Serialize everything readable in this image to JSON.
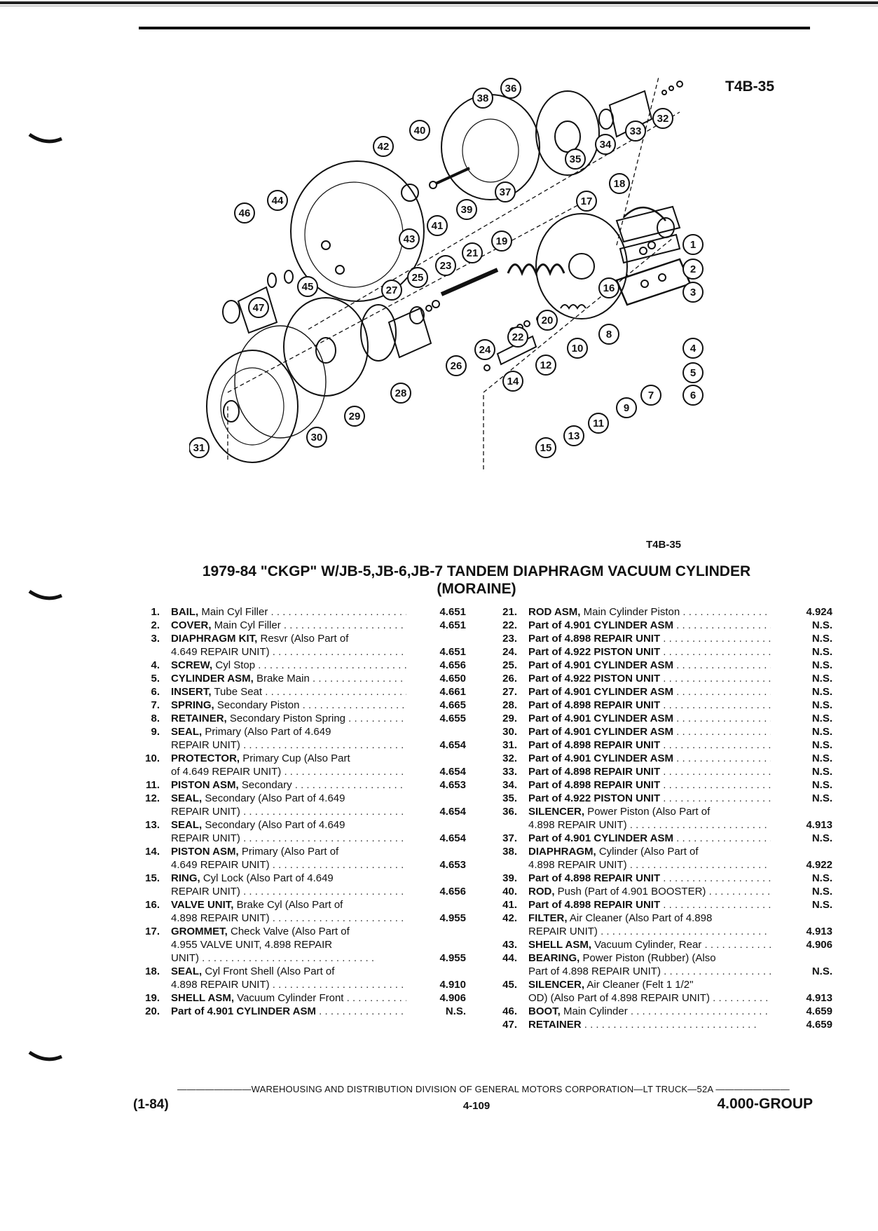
{
  "figure_code": "T4B-35",
  "title_line1": "1979-84 \"CKGP\" W/JB-5,JB-6,JB-7 TANDEM DIAPHRAGM VACUUM CYLINDER",
  "title_line2": "(MORAINE)",
  "left_parts": [
    {
      "num": "1.",
      "lines": [
        {
          "name": "BAIL,",
          "desc": " Main Cyl Filler",
          "ref": "4.651"
        }
      ]
    },
    {
      "num": "2.",
      "lines": [
        {
          "name": "COVER,",
          "desc": " Main Cyl Filler",
          "ref": "4.651"
        }
      ]
    },
    {
      "num": "3.",
      "lines": [
        {
          "name": "DIAPHRAGM KIT,",
          "desc": " Resvr (Also Part of",
          "ref": ""
        },
        {
          "name": "",
          "desc": "4.649 REPAIR UNIT)",
          "ref": "4.651"
        }
      ]
    },
    {
      "num": "4.",
      "lines": [
        {
          "name": "SCREW,",
          "desc": " Cyl Stop",
          "ref": "4.656"
        }
      ]
    },
    {
      "num": "5.",
      "lines": [
        {
          "name": "CYLINDER ASM,",
          "desc": " Brake Main",
          "ref": "4.650"
        }
      ]
    },
    {
      "num": "6.",
      "lines": [
        {
          "name": "INSERT,",
          "desc": " Tube Seat",
          "ref": "4.661"
        }
      ]
    },
    {
      "num": "7.",
      "lines": [
        {
          "name": "SPRING,",
          "desc": " Secondary Piston",
          "ref": "4.665"
        }
      ]
    },
    {
      "num": "8.",
      "lines": [
        {
          "name": "RETAINER,",
          "desc": " Secondary Piston Spring",
          "ref": "4.655"
        }
      ]
    },
    {
      "num": "9.",
      "lines": [
        {
          "name": "SEAL,",
          "desc": " Primary (Also Part of 4.649",
          "ref": ""
        },
        {
          "name": "",
          "desc": "REPAIR UNIT)",
          "ref": "4.654"
        }
      ]
    },
    {
      "num": "10.",
      "lines": [
        {
          "name": "PROTECTOR,",
          "desc": " Primary Cup (Also Part",
          "ref": ""
        },
        {
          "name": "",
          "desc": "of 4.649 REPAIR UNIT)",
          "ref": "4.654"
        }
      ]
    },
    {
      "num": "11.",
      "lines": [
        {
          "name": "PISTON ASM,",
          "desc": " Secondary",
          "ref": "4.653"
        }
      ]
    },
    {
      "num": "12.",
      "lines": [
        {
          "name": "SEAL,",
          "desc": " Secondary (Also Part of 4.649",
          "ref": ""
        },
        {
          "name": "",
          "desc": "REPAIR UNIT)",
          "ref": "4.654"
        }
      ]
    },
    {
      "num": "13.",
      "lines": [
        {
          "name": "SEAL,",
          "desc": " Secondary (Also Part of 4.649",
          "ref": ""
        },
        {
          "name": "",
          "desc": "REPAIR UNIT)",
          "ref": "4.654"
        }
      ]
    },
    {
      "num": "14.",
      "lines": [
        {
          "name": "PISTON ASM,",
          "desc": " Primary (Also Part of",
          "ref": ""
        },
        {
          "name": "",
          "desc": "4.649 REPAIR UNIT)",
          "ref": "4.653"
        }
      ]
    },
    {
      "num": "15.",
      "lines": [
        {
          "name": "RING,",
          "desc": " Cyl Lock (Also Part of 4.649",
          "ref": ""
        },
        {
          "name": "",
          "desc": "REPAIR UNIT)",
          "ref": "4.656"
        }
      ]
    },
    {
      "num": "16.",
      "lines": [
        {
          "name": "VALVE UNIT,",
          "desc": " Brake Cyl (Also Part of",
          "ref": ""
        },
        {
          "name": "",
          "desc": "4.898 REPAIR UNIT)",
          "ref": "4.955"
        }
      ]
    },
    {
      "num": "17.",
      "lines": [
        {
          "name": "GROMMET,",
          "desc": " Check Valve (Also Part of",
          "ref": ""
        },
        {
          "name": "",
          "desc": "4.955 VALVE UNIT, 4.898 REPAIR",
          "ref": ""
        },
        {
          "name": "",
          "desc": "UNIT)",
          "ref": "4.955"
        }
      ]
    },
    {
      "num": "18.",
      "lines": [
        {
          "name": "SEAL,",
          "desc": " Cyl Front Shell (Also Part of",
          "ref": ""
        },
        {
          "name": "",
          "desc": "4.898 REPAIR UNIT)",
          "ref": "4.910"
        }
      ]
    },
    {
      "num": "19.",
      "lines": [
        {
          "name": "SHELL ASM,",
          "desc": " Vacuum Cylinder Front",
          "ref": "4.906"
        }
      ]
    },
    {
      "num": "20.",
      "lines": [
        {
          "name": "Part of 4.901 CYLINDER ASM",
          "desc": "",
          "ref": "N.S."
        }
      ]
    }
  ],
  "right_parts": [
    {
      "num": "21.",
      "lines": [
        {
          "name": "ROD ASM,",
          "desc": " Main Cylinder Piston",
          "ref": "4.924"
        }
      ]
    },
    {
      "num": "22.",
      "lines": [
        {
          "name": "Part of 4.901 CYLINDER ASM",
          "desc": "",
          "ref": "N.S."
        }
      ]
    },
    {
      "num": "23.",
      "lines": [
        {
          "name": "Part of 4.898 REPAIR UNIT",
          "desc": "",
          "ref": "N.S."
        }
      ]
    },
    {
      "num": "24.",
      "lines": [
        {
          "name": "Part of 4.922 PISTON UNIT",
          "desc": "",
          "ref": "N.S."
        }
      ]
    },
    {
      "num": "25.",
      "lines": [
        {
          "name": "Part of 4.901 CYLINDER ASM",
          "desc": "",
          "ref": "N.S."
        }
      ]
    },
    {
      "num": "26.",
      "lines": [
        {
          "name": "Part of 4.922 PISTON UNIT",
          "desc": "",
          "ref": "N.S."
        }
      ]
    },
    {
      "num": "27.",
      "lines": [
        {
          "name": "Part of 4.901 CYLINDER ASM",
          "desc": "",
          "ref": "N.S."
        }
      ]
    },
    {
      "num": "28.",
      "lines": [
        {
          "name": "Part of 4.898 REPAIR UNIT",
          "desc": "",
          "ref": "N.S."
        }
      ]
    },
    {
      "num": "29.",
      "lines": [
        {
          "name": "Part of 4.901 CYLINDER ASM",
          "desc": "",
          "ref": "N.S."
        }
      ]
    },
    {
      "num": "30.",
      "lines": [
        {
          "name": "Part of 4.901 CYLINDER ASM",
          "desc": "",
          "ref": "N.S."
        }
      ]
    },
    {
      "num": "31.",
      "lines": [
        {
          "name": "Part of 4.898 REPAIR UNIT",
          "desc": "",
          "ref": "N.S."
        }
      ]
    },
    {
      "num": "32.",
      "lines": [
        {
          "name": "Part of 4.901 CYLINDER ASM",
          "desc": "",
          "ref": "N.S."
        }
      ]
    },
    {
      "num": "33.",
      "lines": [
        {
          "name": "Part of 4.898 REPAIR UNIT",
          "desc": "",
          "ref": "N.S."
        }
      ]
    },
    {
      "num": "34.",
      "lines": [
        {
          "name": "Part of 4.898 REPAIR UNIT",
          "desc": "",
          "ref": "N.S."
        }
      ]
    },
    {
      "num": "35.",
      "lines": [
        {
          "name": "Part of 4.922 PISTON UNIT",
          "desc": "",
          "ref": "N.S."
        }
      ]
    },
    {
      "num": "36.",
      "lines": [
        {
          "name": "SILENCER,",
          "desc": " Power Piston (Also Part of",
          "ref": ""
        },
        {
          "name": "",
          "desc": "4.898 REPAIR UNIT)",
          "ref": "4.913"
        }
      ]
    },
    {
      "num": "37.",
      "lines": [
        {
          "name": "Part of 4.901 CYLINDER ASM",
          "desc": "",
          "ref": "N.S."
        }
      ]
    },
    {
      "num": "38.",
      "lines": [
        {
          "name": "DIAPHRAGM,",
          "desc": " Cylinder (Also Part of",
          "ref": ""
        },
        {
          "name": "",
          "desc": "4.898 REPAIR UNIT)",
          "ref": "4.922"
        }
      ]
    },
    {
      "num": "39.",
      "lines": [
        {
          "name": "Part of 4.898 REPAIR UNIT",
          "desc": "",
          "ref": "N.S."
        }
      ]
    },
    {
      "num": "40.",
      "lines": [
        {
          "name": "ROD,",
          "desc": " Push (Part of 4.901 BOOSTER)",
          "ref": "N.S."
        }
      ]
    },
    {
      "num": "41.",
      "lines": [
        {
          "name": "Part of 4.898 REPAIR UNIT",
          "desc": "",
          "ref": "N.S."
        }
      ]
    },
    {
      "num": "42.",
      "lines": [
        {
          "name": "FILTER,",
          "desc": " Air Cleaner (Also Part of 4.898",
          "ref": ""
        },
        {
          "name": "",
          "desc": "REPAIR UNIT)",
          "ref": "4.913"
        }
      ]
    },
    {
      "num": "43.",
      "lines": [
        {
          "name": "SHELL ASM,",
          "desc": " Vacuum Cylinder, Rear",
          "ref": "4.906"
        }
      ]
    },
    {
      "num": "44.",
      "lines": [
        {
          "name": "BEARING,",
          "desc": " Power Piston (Rubber) (Also",
          "ref": ""
        },
        {
          "name": "",
          "desc": "Part of 4.898 REPAIR UNIT)",
          "ref": "N.S."
        }
      ]
    },
    {
      "num": "45.",
      "lines": [
        {
          "name": "SILENCER,",
          "desc": " Air Cleaner (Felt 1 1/2\"",
          "ref": ""
        },
        {
          "name": "",
          "desc": "OD) (Also Part of 4.898 REPAIR UNIT)",
          "ref": "4.913"
        }
      ]
    },
    {
      "num": "46.",
      "lines": [
        {
          "name": "BOOT,",
          "desc": " Main Cylinder",
          "ref": "4.659"
        }
      ]
    },
    {
      "num": "47.",
      "lines": [
        {
          "name": "RETAINER",
          "desc": "",
          "ref": "4.659"
        }
      ]
    }
  ],
  "callouts": [
    {
      "n": "1"
    },
    {
      "n": "2"
    },
    {
      "n": "3"
    },
    {
      "n": "4"
    },
    {
      "n": "5"
    },
    {
      "n": "6"
    },
    {
      "n": "7"
    },
    {
      "n": "8"
    },
    {
      "n": "9"
    },
    {
      "n": "10"
    },
    {
      "n": "11"
    },
    {
      "n": "12"
    },
    {
      "n": "13"
    },
    {
      "n": "14"
    },
    {
      "n": "15"
    },
    {
      "n": "16"
    },
    {
      "n": "17"
    },
    {
      "n": "18"
    },
    {
      "n": "19"
    },
    {
      "n": "20"
    },
    {
      "n": "21"
    },
    {
      "n": "22"
    },
    {
      "n": "23"
    },
    {
      "n": "24"
    },
    {
      "n": "25"
    },
    {
      "n": "26"
    },
    {
      "n": "27"
    },
    {
      "n": "28"
    },
    {
      "n": "29"
    },
    {
      "n": "30"
    },
    {
      "n": "31"
    },
    {
      "n": "32"
    },
    {
      "n": "33"
    },
    {
      "n": "34"
    },
    {
      "n": "35"
    },
    {
      "n": "36"
    },
    {
      "n": "37"
    },
    {
      "n": "38"
    },
    {
      "n": "39"
    },
    {
      "n": "40"
    },
    {
      "n": "41"
    },
    {
      "n": "42"
    },
    {
      "n": "43"
    },
    {
      "n": "44"
    },
    {
      "n": "45"
    },
    {
      "n": "46"
    },
    {
      "n": "47"
    }
  ],
  "footer": {
    "line": "WAREHOUSING AND DISTRIBUTION DIVISION OF GENERAL MOTORS CORPORATION—LT TRUCK—52A",
    "date": "(1-84)",
    "page": "4-109",
    "group": "4.000-GROUP"
  }
}
